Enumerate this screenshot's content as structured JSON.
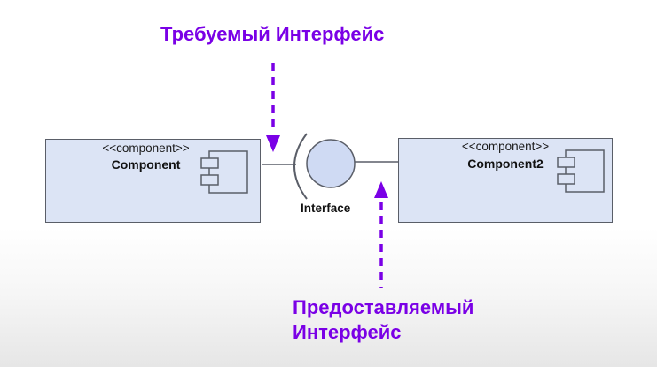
{
  "labels": {
    "required_interface": "Требуемый Интерфейс",
    "provided_interface_line1": "Предоставляемый",
    "provided_interface_line2": "Интерфейс"
  },
  "components": [
    {
      "stereotype": "<<component>>",
      "name": "Component"
    },
    {
      "stereotype": "<<component>>",
      "name": "Component2"
    }
  ],
  "interface": {
    "name": "Interface"
  },
  "colors": {
    "accent": "#7a00e6",
    "component_fill": "#dce4f5",
    "interface_fill": "#cfdaf3",
    "stroke": "#5a5e68"
  },
  "icons": {
    "component": "uml-component-icon",
    "arrow": "dashed-arrow-icon"
  }
}
